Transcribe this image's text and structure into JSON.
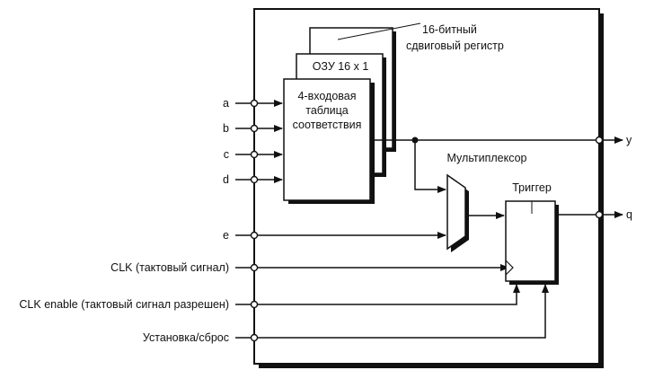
{
  "diagram": {
    "inputs": {
      "a": "a",
      "b": "b",
      "c": "c",
      "d": "d",
      "e": "e",
      "clk": "CLK (тактовый сигнал)",
      "clk_enable": "CLK enable (тактовый сигнал разрешен)",
      "set_reset": "Установка/сброс"
    },
    "outputs": {
      "y": "y",
      "q": "q"
    },
    "blocks": {
      "shift_register": [
        "16-битный",
        "сдвиговый регистр"
      ],
      "ram": "ОЗУ 16 x 1",
      "lut": [
        "4-входовая",
        "таблица",
        "соответствия"
      ],
      "multiplexer": "Мультиплексор",
      "trigger": "Триггер"
    }
  }
}
